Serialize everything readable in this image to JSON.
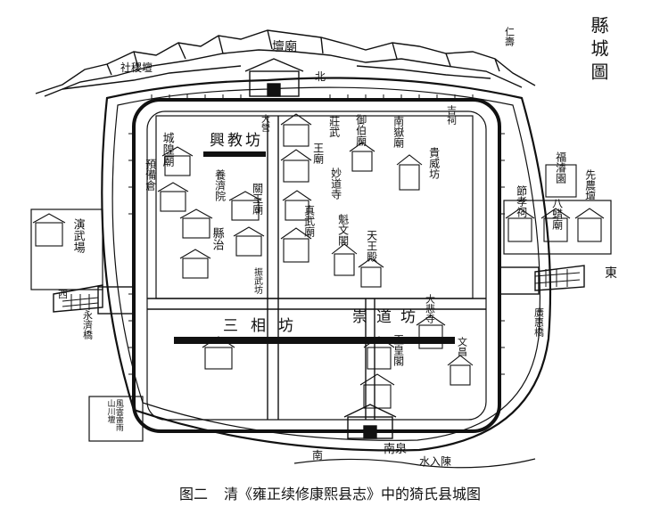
{
  "caption": {
    "figure_no": "图二",
    "title": "清《雍正续修康熙县志》中的猗氏县城图"
  },
  "map_title": "縣城圖",
  "directions": {
    "north": "北",
    "south": "南",
    "east": "東",
    "west": "西"
  },
  "mountains": {
    "shrine": "壇廟",
    "altar": "社稷壇"
  },
  "labels": {
    "jing_jiao_fang": "興教坊",
    "chenghuang_miao": "城隍廟",
    "yubei_cang": "預備倉",
    "yangji_yuan": "養濟院",
    "xian_zhi": "縣治",
    "guandi_miao": "關王廟",
    "daying": "大營",
    "zhenwu_miao": "真武廟",
    "yujia_miao": "御伯廟",
    "wangshi_dao": "王廟",
    "zhuangwu": "莊武",
    "miao_dao_si": "妙道寺",
    "nanyue_miao": "南嶽廟",
    "jisi": "吉祠",
    "guiwei_fang": "貴威坊",
    "kuiwen_ge": "魁文閣",
    "tianwang_dian": "天王殿",
    "zhenwu_fang": "振武坊",
    "yanwu_chang": "演武場",
    "sanxiang_fang": "三相坊",
    "chongdao_fang": "崇道坊",
    "fengyun_tan": "風雲雷雨山川壇",
    "jiuxiao": "玉皇閣",
    "wenchang": "文昌",
    "dahui_si": "大悲寺",
    "xianzhi": "八蜡廟",
    "xiannong_tan": "先農壇",
    "fuxi_yuan": "福濬園",
    "jiexiao_ci": "節孝祠",
    "shuiji_qiao": "永濟橋",
    "dongji_qiao": "廣惠橋",
    "nan_quan": "南泉",
    "shui_ru_chen": "水入陳",
    "ren_shou": "仁壽"
  }
}
